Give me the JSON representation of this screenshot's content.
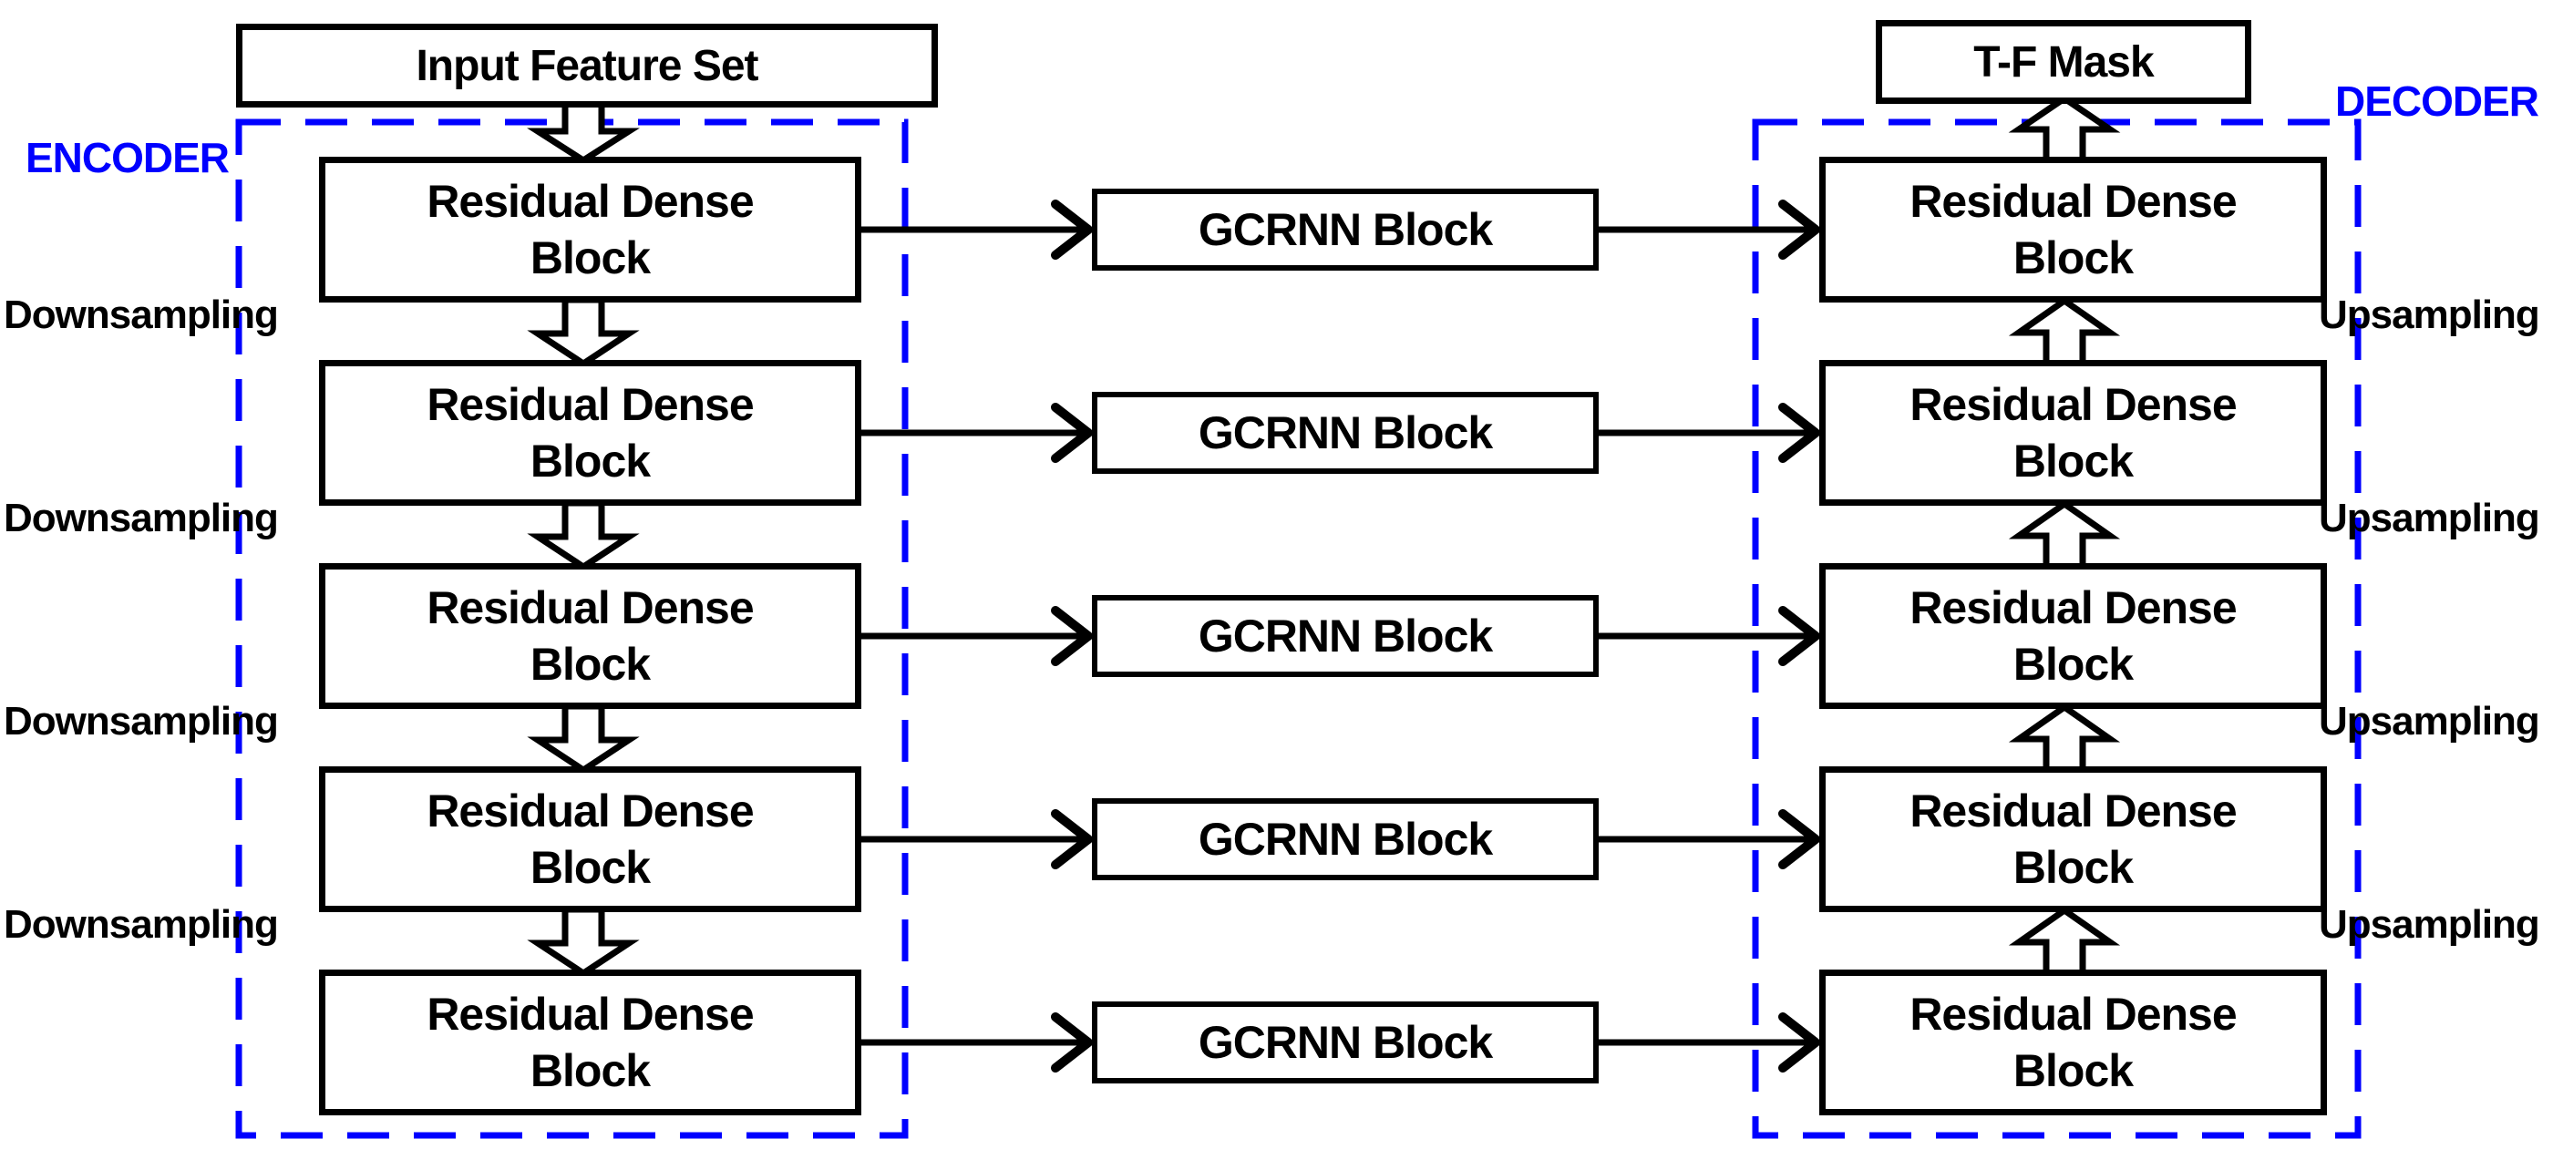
{
  "diagram": {
    "input_box": {
      "label": "Input Feature Set"
    },
    "output_box": {
      "label": "T-F Mask"
    },
    "encoder": {
      "title": "ENCODER",
      "blocks": [
        "Residual Dense Block",
        "Residual Dense Block",
        "Residual Dense Block",
        "Residual Dense Block",
        "Residual Dense Block"
      ],
      "down_labels": [
        "Downsampling",
        "Downsampling",
        "Downsampling",
        "Downsampling"
      ]
    },
    "middle": {
      "blocks": [
        "GCRNN Block",
        "GCRNN Block",
        "GCRNN Block",
        "GCRNN Block",
        "GCRNN Block"
      ]
    },
    "decoder": {
      "title": "DECODER",
      "blocks": [
        "Residual Dense Block",
        "Residual Dense Block",
        "Residual Dense Block",
        "Residual Dense Block",
        "Residual Dense Block"
      ],
      "up_labels": [
        "Upsampling",
        "Upsampling",
        "Upsampling",
        "Upsampling"
      ]
    },
    "colors": {
      "accent_blue": "#0000ff",
      "line_black": "#000000",
      "background": "#ffffff"
    }
  }
}
